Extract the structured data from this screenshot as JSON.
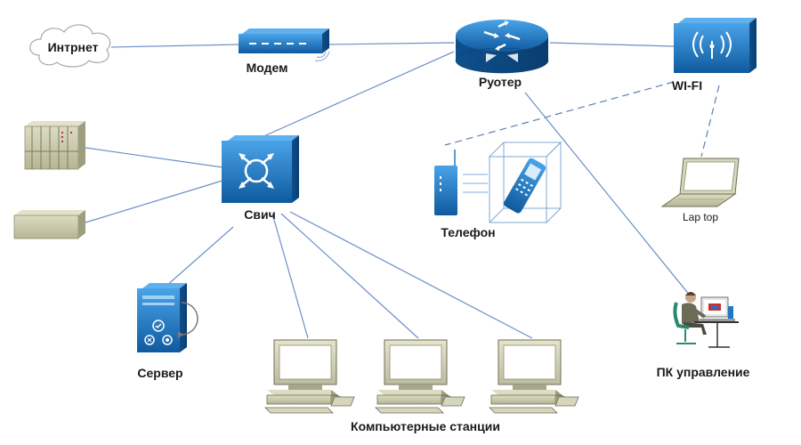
{
  "labels": {
    "internet": "Интрнет",
    "modem": "Модем",
    "router": "Руотер",
    "wifi": "WI-FI",
    "switch": "Свич",
    "phone": "Телефон",
    "laptop": "Lap top",
    "server": "Сервер",
    "admin_pc": "ПК управление",
    "workstations": "Компьютерные станции"
  },
  "colors": {
    "cisco_blue": "#1f78c6",
    "cisco_blue_dark": "#0f4e8a",
    "line": "#6b8fc6",
    "dashed_line": "#5a7fb8",
    "device_gray": "#c7c7aa",
    "device_gray_dark": "#8f8f72"
  }
}
